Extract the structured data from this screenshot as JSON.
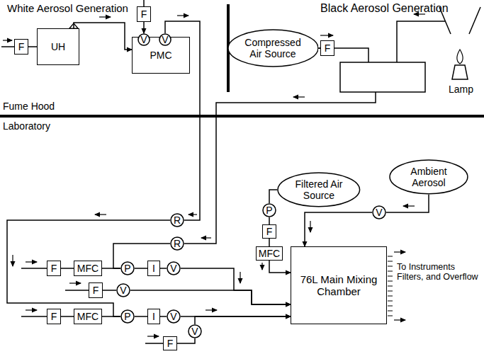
{
  "diagram": {
    "nodes": [
      {
        "text": [
          "F"
        ]
      },
      {
        "text": [
          "UH"
        ]
      },
      {
        "text": [
          "F"
        ]
      },
      {
        "text": [
          "V"
        ]
      },
      {
        "text": [
          "V"
        ]
      },
      {
        "text": [
          "PMC"
        ]
      },
      {
        "text": [
          "Compressed Air Source"
        ]
      },
      {
        "text": [
          "F"
        ]
      },
      {
        "text": [
          "Filtered Air Source"
        ]
      },
      {
        "text": [
          "Ambient Aerosol"
        ]
      },
      {
        "text": [
          "V"
        ]
      },
      {
        "text": [
          "R"
        ]
      },
      {
        "text": [
          "R"
        ]
      },
      {
        "text": [
          "F"
        ]
      },
      {
        "text": [
          "MFC"
        ]
      },
      {
        "text": [
          "P"
        ]
      },
      {
        "text": [
          "I"
        ]
      },
      {
        "text": [
          "V"
        ]
      },
      {
        "text": [
          "P"
        ]
      },
      {
        "text": [
          "F"
        ]
      },
      {
        "text": [
          "MFC"
        ]
      },
      {
        "text": [
          "F"
        ]
      },
      {
        "text": [
          "V"
        ]
      },
      {
        "text": [
          "F"
        ]
      },
      {
        "text": [
          "MFC"
        ]
      },
      {
        "text": [
          "P"
        ]
      },
      {
        "text": [
          "I"
        ]
      },
      {
        "text": [
          "V"
        ]
      },
      {
        "text": [
          "V"
        ]
      },
      {
        "text": [
          "F"
        ]
      },
      {
        "text": [
          "76L Main Mixing Chamber"
        ]
      }
    ],
    "edges": [
      {
        "from": 0,
        "to": 1,
        "arrow": "none"
      },
      {
        "from": 1,
        "to": 5,
        "arrow": "to"
      },
      {
        "from": 2,
        "to": 3,
        "arrow": "to"
      },
      {
        "from": 4,
        "to": 11,
        "arrow": "none"
      },
      {
        "from": 6,
        "to": 7,
        "arrow": "none"
      },
      {
        "from": 12,
        "to": 15,
        "arrow": "none"
      },
      {
        "from": 11,
        "to": 25,
        "arrow": "none"
      },
      {
        "from": 13,
        "to": 14,
        "arrow": "none"
      },
      {
        "from": 14,
        "to": 15,
        "arrow": "none"
      },
      {
        "from": 15,
        "to": 16,
        "arrow": "none"
      },
      {
        "from": 16,
        "to": 17,
        "arrow": "none"
      },
      {
        "from": 17,
        "to": 30,
        "arrow": "to"
      },
      {
        "from": 21,
        "to": 22,
        "arrow": "none"
      },
      {
        "from": 22,
        "to": 30,
        "arrow": "to"
      },
      {
        "from": 23,
        "to": 24,
        "arrow": "none"
      },
      {
        "from": 24,
        "to": 25,
        "arrow": "none"
      },
      {
        "from": 25,
        "to": 26,
        "arrow": "none"
      },
      {
        "from": 26,
        "to": 27,
        "arrow": "none"
      },
      {
        "from": 27,
        "to": 30,
        "arrow": "to"
      },
      {
        "from": 29,
        "to": 28,
        "arrow": "none"
      },
      {
        "from": 28,
        "to": 30,
        "arrow": "to"
      },
      {
        "from": 8,
        "to": 18,
        "arrow": "none"
      },
      {
        "from": 18,
        "to": 19,
        "arrow": "none"
      },
      {
        "from": 19,
        "to": 20,
        "arrow": "none"
      },
      {
        "from": 20,
        "to": 30,
        "arrow": "to"
      },
      {
        "from": 9,
        "to": 10,
        "arrow": "none"
      },
      {
        "from": 10,
        "to": 30,
        "arrow": "to"
      }
    ],
    "labels": [
      "White Aerosol Generation",
      "Black Aerosol Generation",
      "Lamp",
      "Fume Hood",
      "Laboratory",
      "To Instruments Filters, and Overflow"
    ]
  }
}
